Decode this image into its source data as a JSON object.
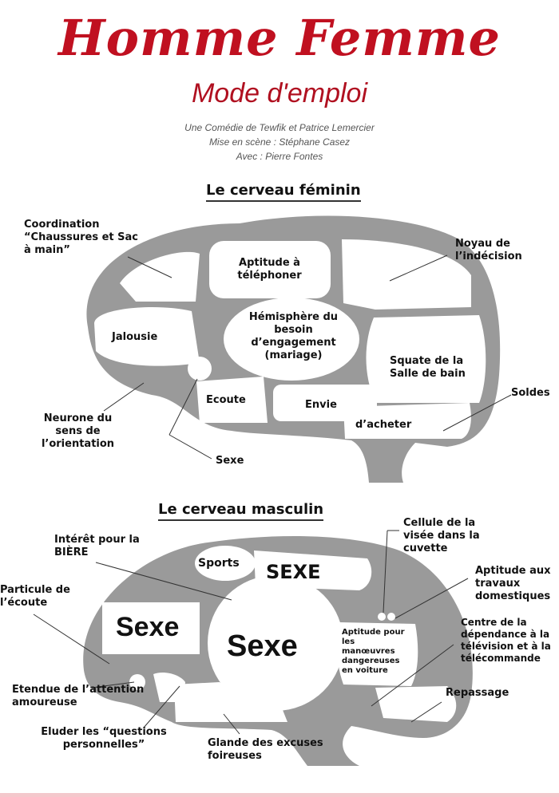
{
  "header": {
    "title": "Homme Femme",
    "subtitle": "Mode d'emploi",
    "credits": [
      "Une Comédie de Tewfik et Patrice Lemercier",
      "Mise en scène : Stéphane Casez",
      "Avec : Pierre Fontes"
    ]
  },
  "female": {
    "heading": "Le cerveau féminin",
    "labels": {
      "coordination": "Coordination “Chaussures et Sac à main”",
      "telephoner": "Aptitude à téléphoner",
      "indecision": "Noyau de l’indécision",
      "jalousie": "Jalousie",
      "engagement": "Hémisphère du besoin d’engagement (mariage)",
      "salle_de_bain": "Squate de la Salle de bain",
      "soldes": "Soldes",
      "orientation": "Neurone du sens de l’orientation",
      "ecoute": "Ecoute",
      "envie": "Envie",
      "acheter": "d’acheter",
      "sexe": "Sexe"
    }
  },
  "male": {
    "heading": "Le cerveau masculin",
    "labels": {
      "biere_prefix": "Intérêt pour la ",
      "biere": "BIÈRE",
      "sports": "Sports",
      "sexe_caps": "SEXE",
      "cuvette": "Cellule de la visée dans la cuvette",
      "travaux": "Aptitude aux travaux domestiques",
      "ecoute": "Particule de l’écoute",
      "sexe_box": "Sexe",
      "sexe_circle": "Sexe",
      "manoeuvres": "Aptitude pour les manœuvres dangereuses en voiture",
      "television": "Centre de la dépendance à la télévision et à la télécommande",
      "attention": "Etendue de l’attention amoureuse",
      "repassage": "Repassage",
      "eluder": "Eluder les “questions personnelles”",
      "excuses": "Glande des excuses foireuses"
    }
  },
  "colors": {
    "title": "#c01020",
    "brain": "#9a9a9a"
  }
}
